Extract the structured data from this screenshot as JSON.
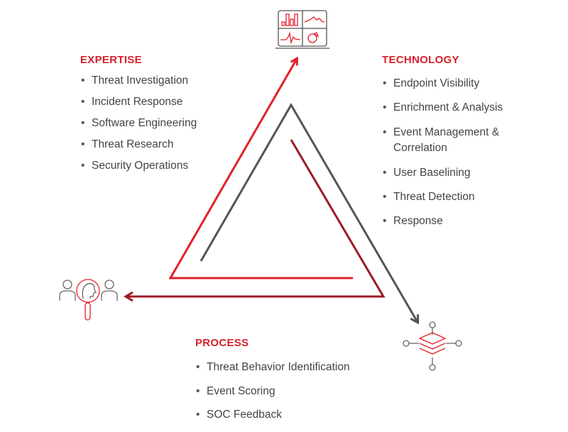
{
  "expertise": {
    "title": "EXPERTISE",
    "items": [
      "Threat Investigation",
      "Incident Response",
      "Software Engineering",
      "Threat Research",
      "Security Operations"
    ]
  },
  "technology": {
    "title": "TECHNOLOGY",
    "items": [
      "Endpoint Visibility",
      "Enrichment & Analysis",
      "Event Management & Correlation",
      "User Baselining",
      "Threat Detection",
      "Response"
    ]
  },
  "process": {
    "title": "PROCESS",
    "items": [
      "Threat Behavior Identification",
      "Event Scoring",
      "SOC Feedback"
    ]
  },
  "colors": {
    "red": "#e3202b",
    "dark_red": "#9e1b24",
    "gray": "#555555"
  },
  "icons": {
    "top": "dashboard-icon",
    "left": "people-search-icon",
    "right": "layers-network-icon"
  }
}
